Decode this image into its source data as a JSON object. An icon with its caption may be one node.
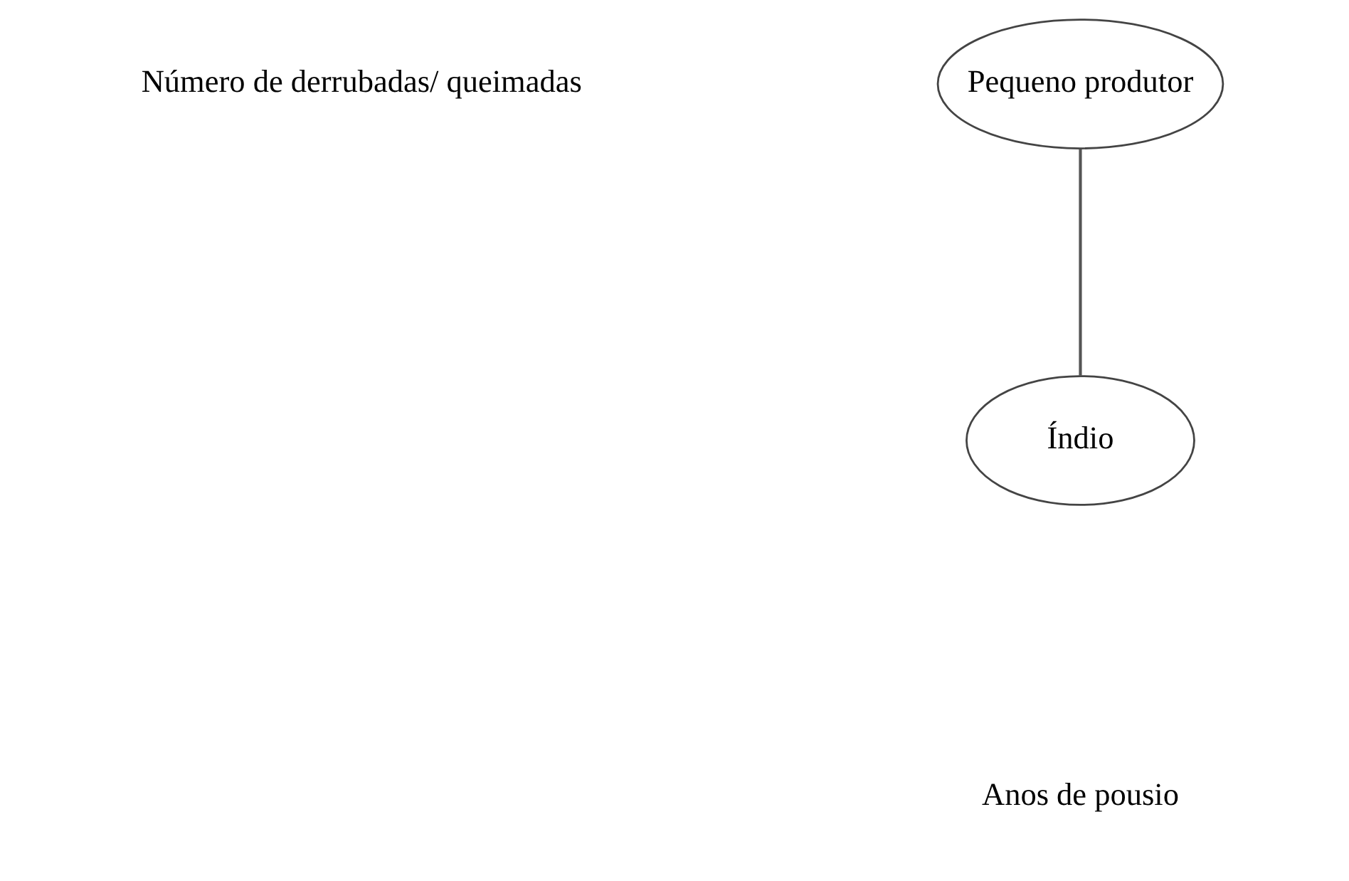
{
  "diagram": {
    "nodes": [
      {
        "text": [
          "Pequeno produtor"
        ]
      },
      {
        "text": [
          "Índio"
        ]
      }
    ],
    "edges": [
      {
        "from": 0,
        "to": 1,
        "arrow": "none"
      }
    ],
    "labels": [
      "Número de derrubadas/ queimadas",
      "Anos de pousio"
    ]
  }
}
